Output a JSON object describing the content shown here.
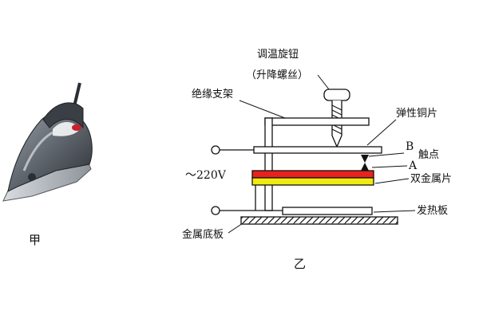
{
  "captions": {
    "figure_a": "甲",
    "figure_b": "乙"
  },
  "labels": {
    "knob_line1": "调温旋钮",
    "knob_line2": "（升降螺丝）",
    "insulating_support": "绝缘支架",
    "elastic_copper": "弹性铜片",
    "point_b": "B",
    "contact_point": "触点",
    "point_a": "A",
    "bimetal": "双金属片",
    "voltage": "～220V",
    "heating_plate": "发热板",
    "metal_base": "金属底板"
  },
  "colors": {
    "line": "#111111",
    "bimetal_top": "#e8231d",
    "bimetal_bottom": "#f1ea12",
    "iron_body": "#6f747b",
    "iron_dark": "#2b2f35",
    "iron_accent": "#c8202c"
  },
  "icons": {
    "iron": "steam-iron-photo",
    "screw": "adjustment-screw-icon",
    "terminal": "terminal-circle-icon"
  }
}
